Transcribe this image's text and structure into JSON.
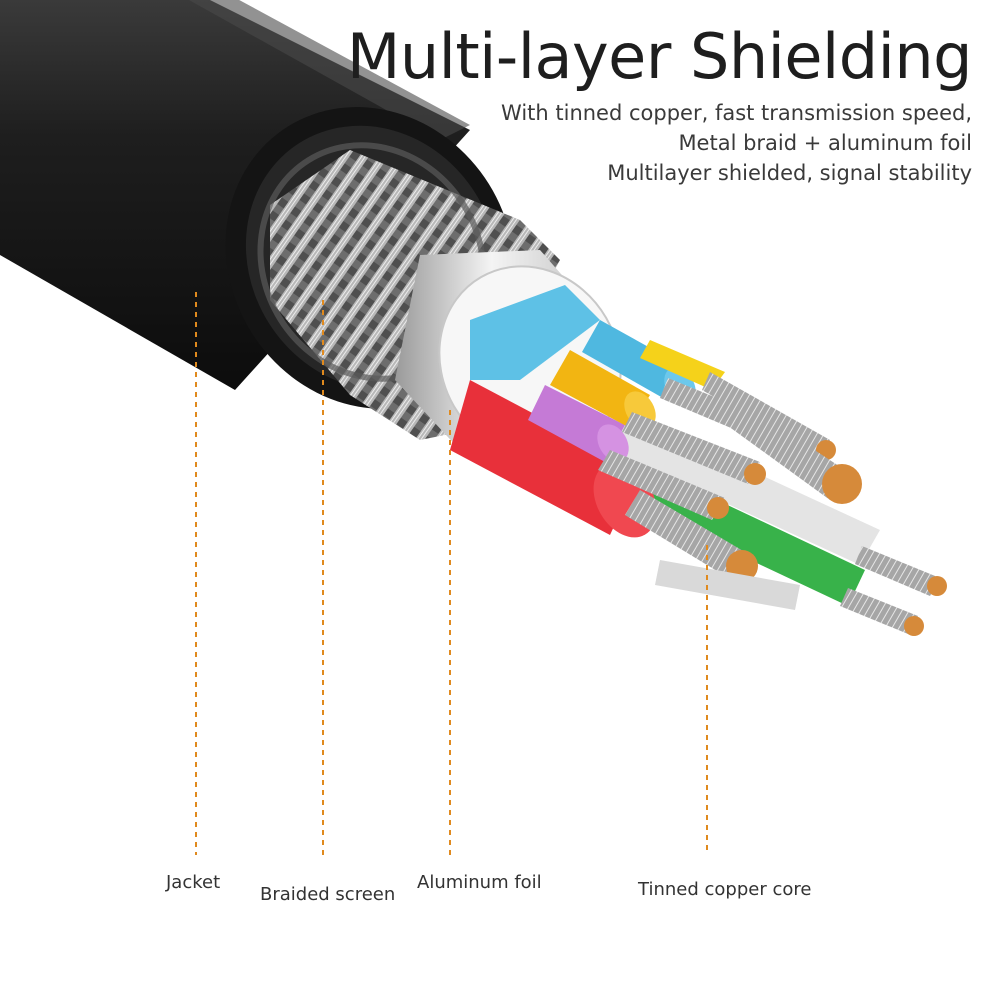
{
  "title": "Multi-layer Shielding",
  "subtitle_lines": [
    "With tinned copper, fast transmission speed,",
    "Metal braid + aluminum foil",
    "Multilayer shielded, signal stability"
  ],
  "labels": {
    "jacket": "Jacket",
    "braided_screen": "Braided screen",
    "aluminum_foil": "Aluminum foil",
    "tinned_copper_core": "Tinned copper core"
  },
  "colors": {
    "jacket": "#1c1c1c",
    "braid": "#8c8c8c",
    "foil": "#d8d8d8",
    "leader_lines": "#e08a1e",
    "wire_blue": "#4fb8e0",
    "wire_red": "#e8303a",
    "wire_yellow": "#f2b512",
    "wire_purple": "#c57ad6",
    "wire_green": "#38b24a",
    "wire_white": "#e4e4e4",
    "copper": "#d68a3a"
  }
}
